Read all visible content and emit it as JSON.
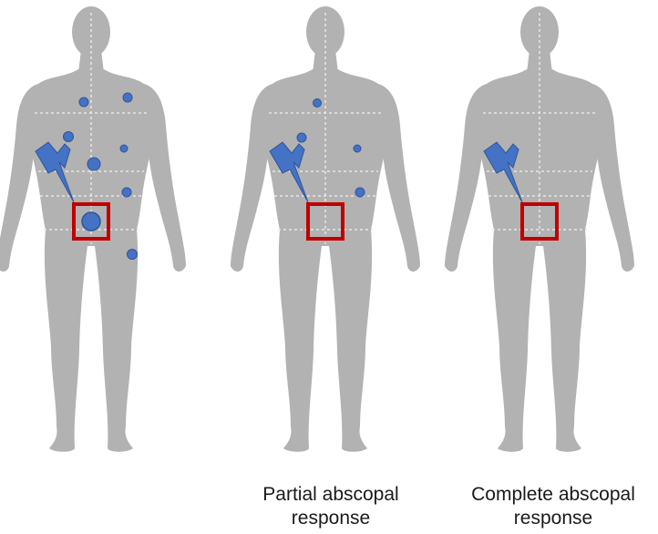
{
  "panels": [
    {
      "id": "baseline",
      "caption_line1": "",
      "caption_line2": "",
      "irradiated_lesion": "large",
      "metastases": 8
    },
    {
      "id": "partial",
      "caption_line1": "Partial abscopal",
      "caption_line2": "response",
      "irradiated_lesion": "none",
      "metastases": 4
    },
    {
      "id": "complete",
      "caption_line1": "Complete abscopal",
      "caption_line2": "response",
      "irradiated_lesion": "none",
      "metastases": 0
    }
  ],
  "colors": {
    "body": "#b2b2b2",
    "gridline": "#e8e8e8",
    "lesion_fill": "#4472c4",
    "lesion_stroke": "#2f5597",
    "target_box": "#c00000",
    "bolt": "#4472c4"
  },
  "icons": {
    "radiation": "lightning-bolt-icon",
    "target": "red-square-target-icon"
  }
}
